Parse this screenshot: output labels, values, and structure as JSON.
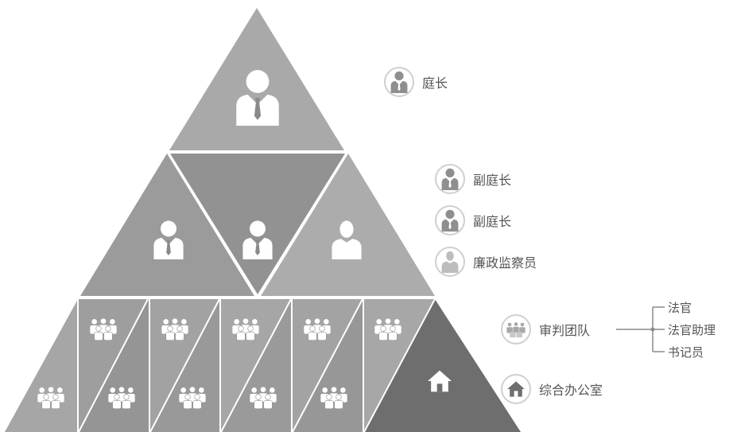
{
  "legend": {
    "chief_judge": {
      "label": "庭长",
      "icon": "person-suit-icon"
    },
    "deputy_1": {
      "label": "副庭长",
      "icon": "person-suit-icon"
    },
    "deputy_2": {
      "label": "副庭长",
      "icon": "person-suit-icon"
    },
    "inspector": {
      "label": "廉政监察员",
      "icon": "person-icon"
    },
    "trial_team": {
      "label": "审判团队",
      "icon": "group-icon"
    },
    "general_office": {
      "label": "综合办公室",
      "icon": "house-icon"
    }
  },
  "trial_team_members": [
    "法官",
    "法官助理",
    "书记员"
  ],
  "colors": {
    "tier_light": "#a9a9a9",
    "tier_mid": "#9d9d9d",
    "tier_dark": "#8f8f8f",
    "office": "#6e6e6e",
    "separator": "#ffffff",
    "icon_light": "#e6e6e6"
  }
}
